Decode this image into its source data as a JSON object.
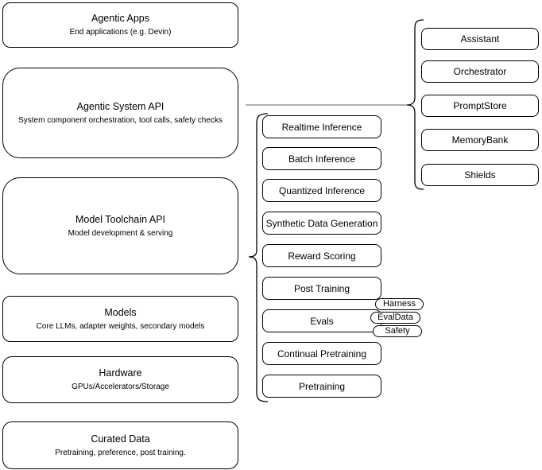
{
  "diagram": {
    "left_column": {
      "boxes": [
        {
          "title": "Agentic Apps",
          "subtitle": "End applications (e.g. Devin)"
        },
        {
          "title": "Agentic System API",
          "subtitle": "System component orchestration, tool calls, safety checks"
        },
        {
          "title": "Model Toolchain API",
          "subtitle": "Model development & serving"
        },
        {
          "title": "Models",
          "subtitle": "Core LLMs, adapter weights, secondary models"
        },
        {
          "title": "Hardware",
          "subtitle": "GPUs/Accelerators/Storage"
        },
        {
          "title": "Curated Data",
          "subtitle": "Pretraining, preference, post training."
        }
      ]
    },
    "toolchain_group": {
      "items": [
        "Realtime Inference",
        "Batch Inference",
        "Quantized Inference",
        "Synthetic Data Generation",
        "Reward Scoring",
        "Post Training",
        "Evals",
        "Continual Pretraining",
        "Pretraining"
      ],
      "evals_tags": [
        "Harness",
        "EvalData",
        "Safety"
      ]
    },
    "system_group": {
      "items": [
        "Assistant",
        "Orchestrator",
        "PromptStore",
        "MemoryBank",
        "Shields"
      ]
    },
    "colors": {
      "node_stroke": "#000000",
      "node_fill": "#ffffff",
      "connector_line": "#808080",
      "brace_stroke": "#000000"
    }
  }
}
